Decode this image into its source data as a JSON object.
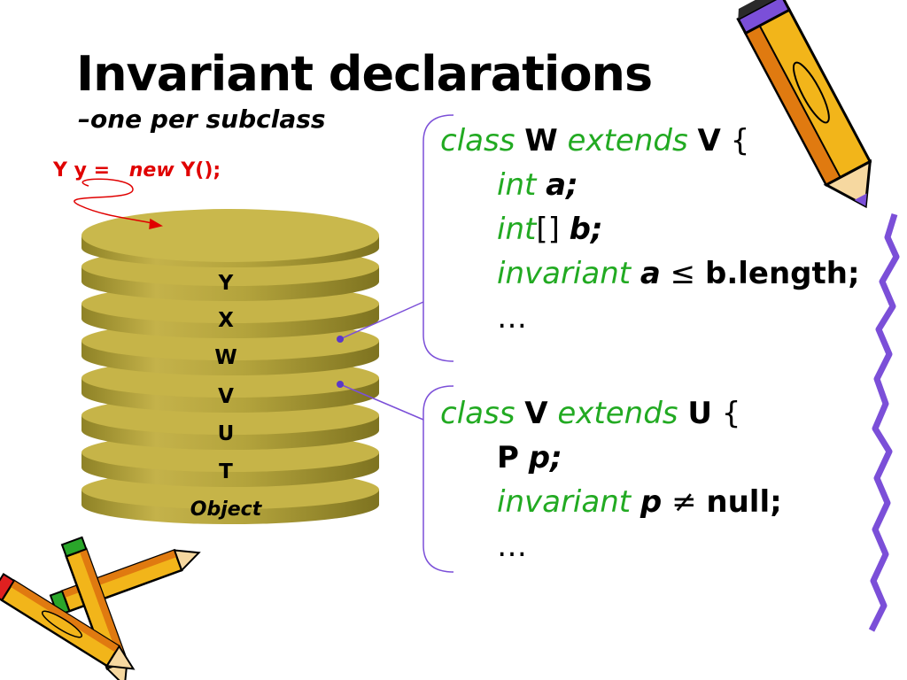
{
  "slide": {
    "title": "Invariant declarations",
    "subtitle": "–one per subclass"
  },
  "note": {
    "type": "Y",
    "var": "y",
    "eq": "=",
    "kw_new": "new",
    "ctor": "Y();"
  },
  "stack": {
    "layers": [
      "Y",
      "X",
      "W",
      "V",
      "U",
      "T",
      "Object"
    ]
  },
  "code_w": {
    "l1_kw_class": "class",
    "l1_name": "W",
    "l1_kw_extends": "extends",
    "l1_super": "V",
    "l1_brace": "{",
    "l2_type": "int",
    "l2_var": "a;",
    "l3_type": "int",
    "l3_brackets": "[]",
    "l3_var": "b;",
    "l4_kw": "invariant",
    "l4_a": "a",
    "l4_op": "≤",
    "l4_rest": "b.length;",
    "l5_dots": "…"
  },
  "code_v": {
    "l1_kw_class": "class",
    "l1_name": "V",
    "l1_kw_extends": "extends",
    "l1_super": "U",
    "l1_brace": "{",
    "l2_type": "P",
    "l2_var": "p;",
    "l3_kw": "invariant",
    "l3_p": "p",
    "l3_op": "≠",
    "l3_rest": "null;",
    "l4_dots": "…"
  },
  "colors": {
    "keyword": "#22aa22",
    "note": "#e00000",
    "bracket": "#7b4fd8",
    "disk_top": "#c9b84c",
    "disk_side": "#a89a36",
    "pencil_body": "#f2b51a",
    "wave": "#7b4fd8"
  },
  "icons": [
    "pencil-icon",
    "crossed-pencils-icon"
  ]
}
